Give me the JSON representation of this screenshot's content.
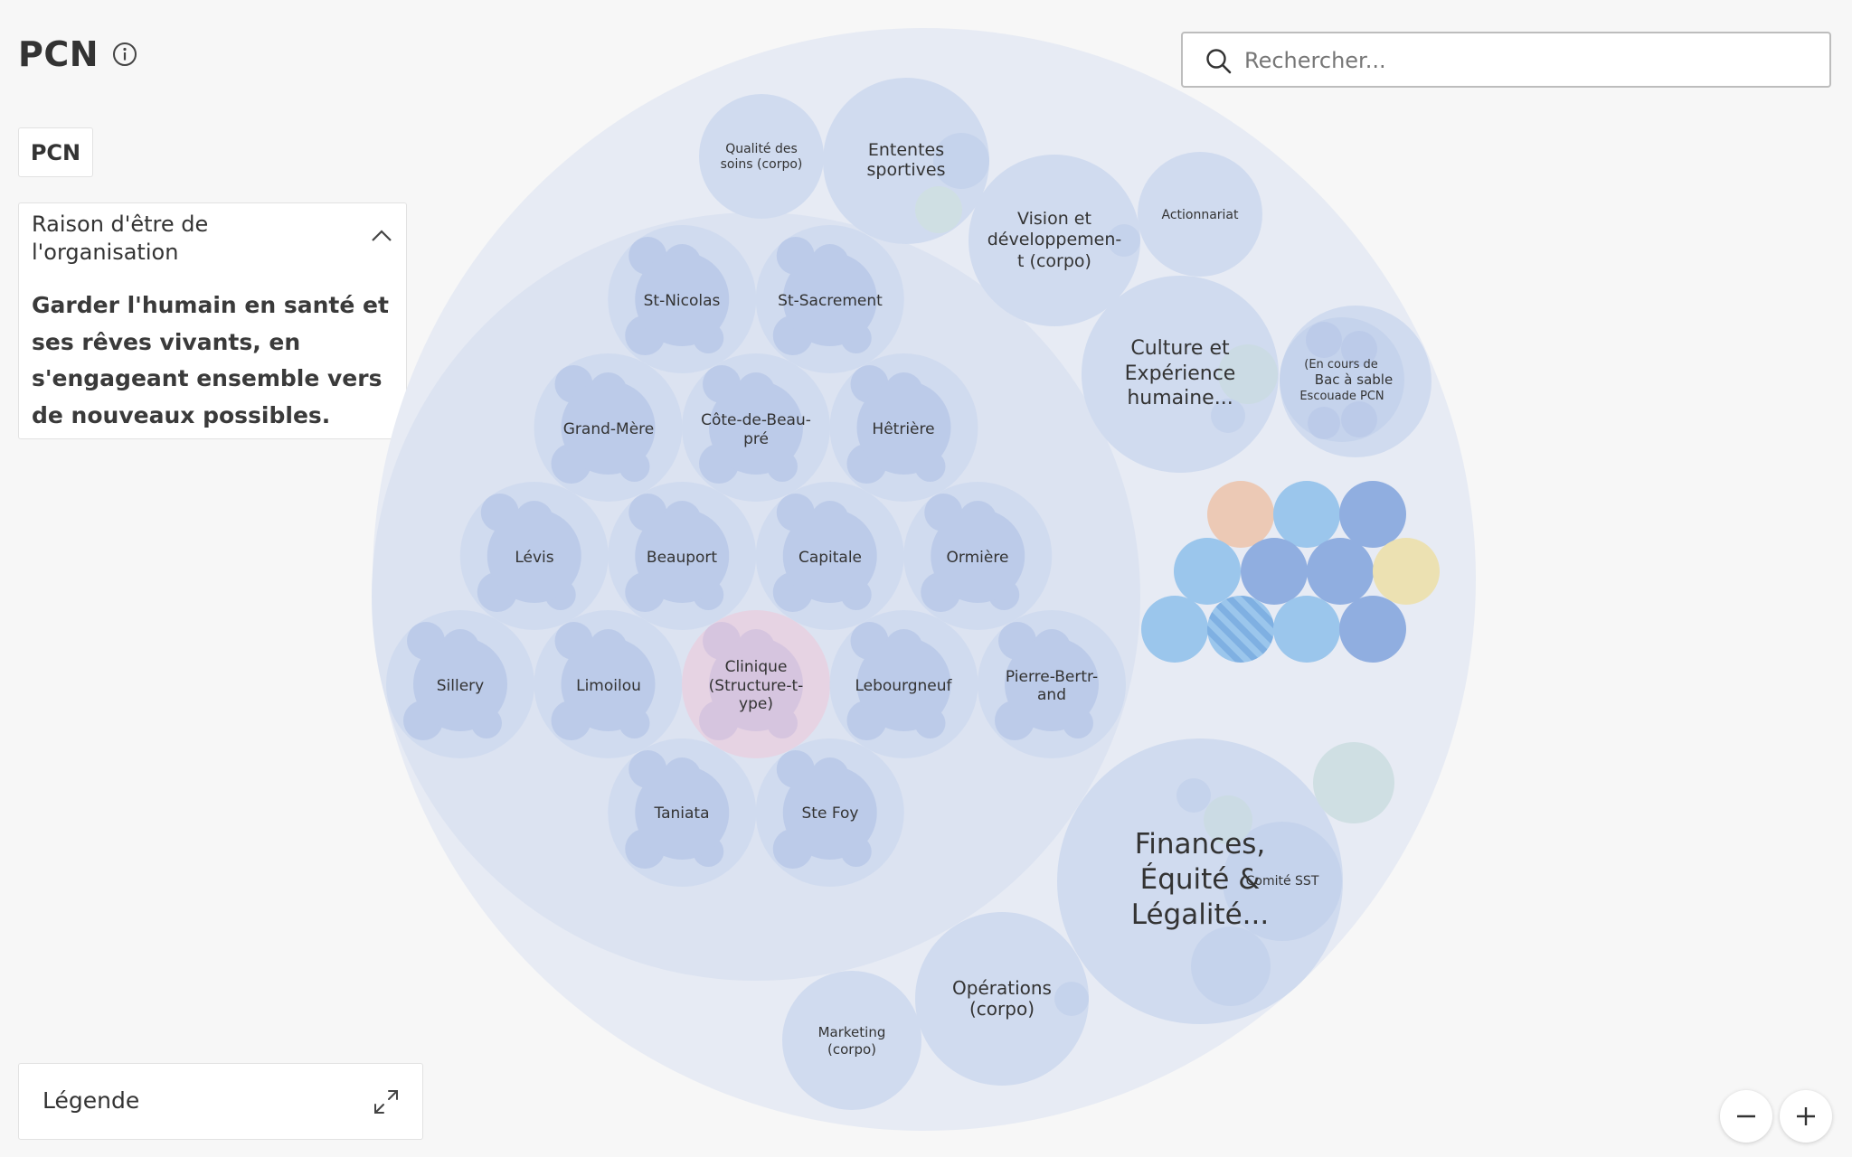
{
  "header": {
    "title": "PCN"
  },
  "breadcrumb": {
    "label": "PCN"
  },
  "purpose": {
    "title_line1": "Raison d'être de",
    "title_line2": "l'organisation",
    "text": "Garder l'humain en santé et ses rêves vivants, en s'engageant ensemble vers de nouveaux possibles."
  },
  "search": {
    "placeholder": "Rechercher..."
  },
  "legend": {
    "label": "Légende"
  },
  "circles": {
    "qualite_l1": "Qualité des",
    "qualite_l2": "soins (corpo)",
    "ententes_l1": "Ententes",
    "ententes_l2": "sportives",
    "vision_l1": "Vision et",
    "vision_l2": "développemen-",
    "vision_l3": "t (corpo)",
    "actionnariat": "Actionnariat",
    "culture_l1": "Culture et",
    "culture_l2": "Expérience",
    "culture_l3": "humaine...",
    "encours_l1": "(En cours de",
    "bac_a_sable": "Bac à sable",
    "escouade": "Escouade PCN",
    "st_nicolas": "St-Nicolas",
    "st_sacrement": "St-Sacrement",
    "grand_mere": "Grand-Mère",
    "cote_l1": "Côte-de-Beau-",
    "cote_l2": "pré",
    "hetriere": "Hêtrière",
    "levis": "Lévis",
    "beauport": "Beauport",
    "capitale": "Capitale",
    "ormiere": "Ormière",
    "sillery": "Sillery",
    "limoilou": "Limoilou",
    "clinique_l1": "Clinique",
    "clinique_l2": "(Structure-t-",
    "clinique_l3": "ype)",
    "lebourgneuf": "Lebourgneuf",
    "pierre_l1": "Pierre-Bertr-",
    "pierre_l2": "and",
    "taniata": "Taniata",
    "ste_foy": "Ste Foy",
    "finances_l1": "Finances,",
    "finances_l2": "Équité &",
    "finances_l3": "Légalité...",
    "comite_sst": "Comité SST",
    "operations_l1": "Opérations",
    "operations_l2": "(corpo)",
    "marketing_l1": "Marketing",
    "marketing_l2": "(corpo)"
  },
  "colors": {
    "outer": "#e7ebf4",
    "group": "#dce3f1",
    "circle": "#d0dbef",
    "sub_circle": "#bccbe9",
    "clinique": "#e6d3e3",
    "peach": "#ecc9b5",
    "light_blue": "#9bc6ec",
    "mid_blue": "#90aee0",
    "yellow": "#ece1b2",
    "teal": "#cfdfe3"
  },
  "icons": [
    "info-icon",
    "search-icon",
    "chevron-up-icon",
    "expand-icon",
    "minus-icon",
    "plus-icon"
  ]
}
